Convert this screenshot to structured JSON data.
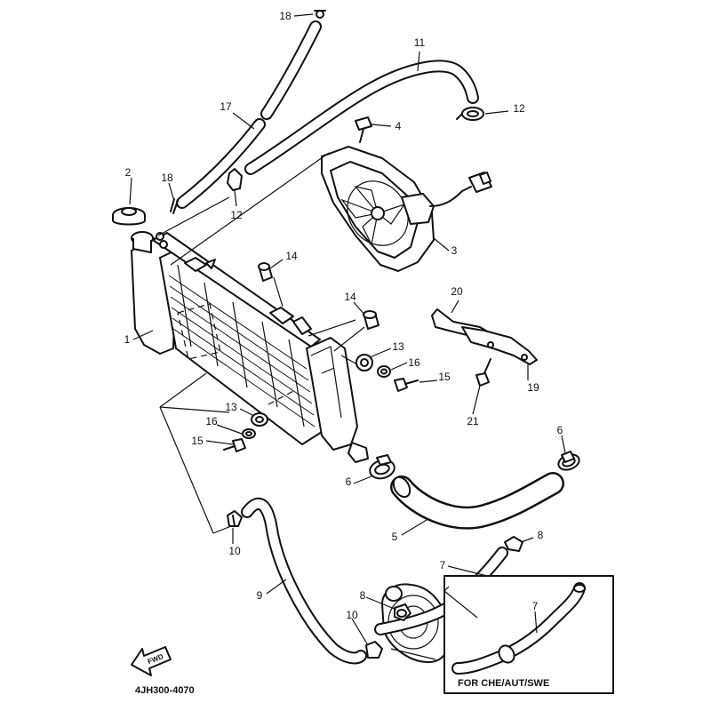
{
  "diagram": {
    "drawing_number": "4JH300-4070",
    "inset_caption": "FOR CHE/AUT/SWE",
    "direction_arrow_text": "FWD",
    "labels": {
      "l18a": "18",
      "l11": "11",
      "l17": "17",
      "l12a": "12",
      "l4": "4",
      "l2": "2",
      "l18b": "18",
      "l12b": "12",
      "l3": "3",
      "l14a": "14",
      "l20": "20",
      "l14b": "14",
      "l1": "1",
      "l13a": "13",
      "l16a": "16",
      "l15a": "15",
      "l19": "19",
      "l13b": "13",
      "l16b": "16",
      "l21": "21",
      "l15b": "15",
      "l6a": "6",
      "l6b": "6",
      "l5": "5",
      "l8a": "8",
      "l10a": "10",
      "l7a": "7",
      "l9": "9",
      "l8b": "8",
      "l7b": "7",
      "l10b": "10"
    }
  }
}
